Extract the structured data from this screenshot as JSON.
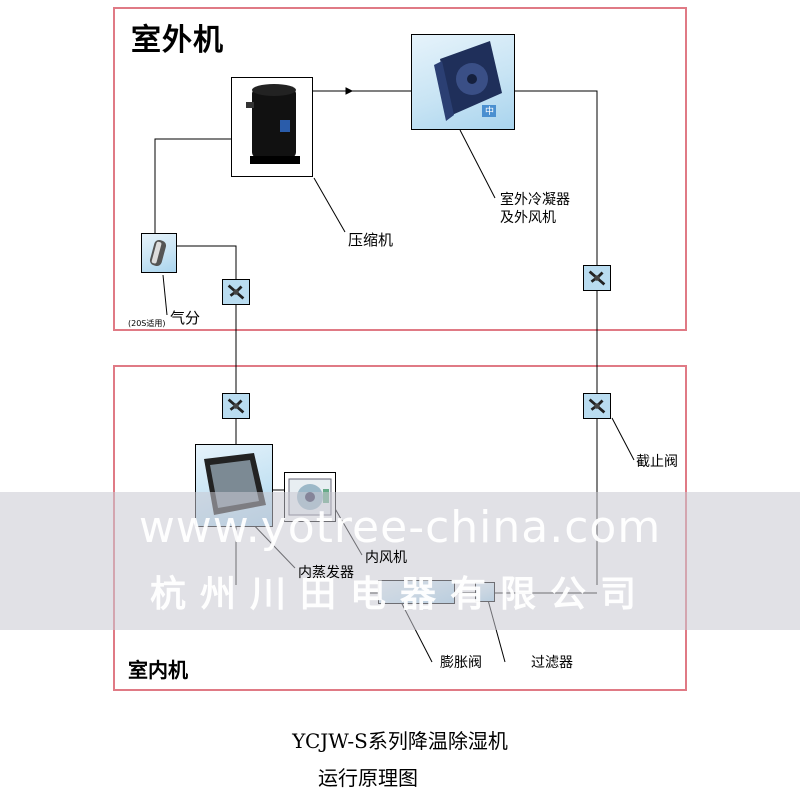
{
  "outdoor": {
    "title": "室外机"
  },
  "indoor": {
    "title": "室内机"
  },
  "components": {
    "compressor": "压缩机",
    "condenser_line1": "室外冷凝器",
    "condenser_line2": "及外风机",
    "separator": "气分",
    "separator_note": "(20S适用)",
    "cutoff_valve": "截止阀",
    "indoor_fan": "内风机",
    "evaporator": "内蒸发器",
    "expansion_valve": "膨胀阀",
    "filter": "过滤器",
    "condenser_badge": "中"
  },
  "watermark": {
    "url": "www.yotree-china.com",
    "company": "杭州川田电器有限公司"
  },
  "caption": {
    "line1": "YCJW-S系列降温除湿机",
    "line2": "运行原理图"
  },
  "colors": {
    "frame": "#e07a85",
    "component_bg": "#b9dcf0",
    "watermark_band": "#c8c8d2"
  }
}
